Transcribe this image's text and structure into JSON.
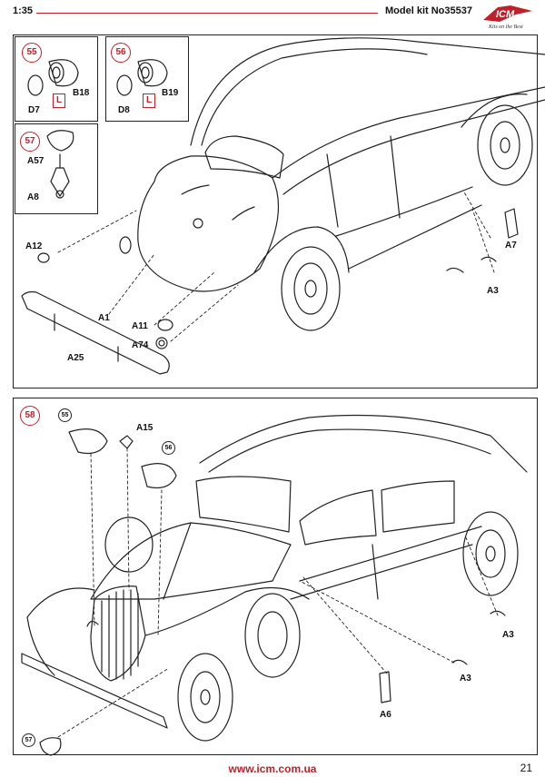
{
  "header": {
    "scale": "1:35",
    "kit": "Model kit No35537",
    "brand": "ICM",
    "tagline": "Kits on the Best"
  },
  "top_panel": {
    "step55": {
      "num": "55",
      "parts": [
        "B18",
        "D7"
      ],
      "side": "L"
    },
    "step56": {
      "num": "56",
      "parts": [
        "B19",
        "D8"
      ],
      "side": "L"
    },
    "step57": {
      "num": "57",
      "parts": [
        "A57",
        "A8"
      ]
    },
    "callouts": [
      "A12",
      "A1",
      "A11",
      "A74",
      "A25",
      "A7",
      "A3"
    ]
  },
  "bottom_panel": {
    "step58": {
      "num": "58"
    },
    "refs": [
      "55",
      "56",
      "57"
    ],
    "callouts": [
      "A15",
      "A3",
      "A3",
      "A6"
    ]
  },
  "footer": {
    "url": "www.icm.com.ua",
    "page": "21"
  }
}
